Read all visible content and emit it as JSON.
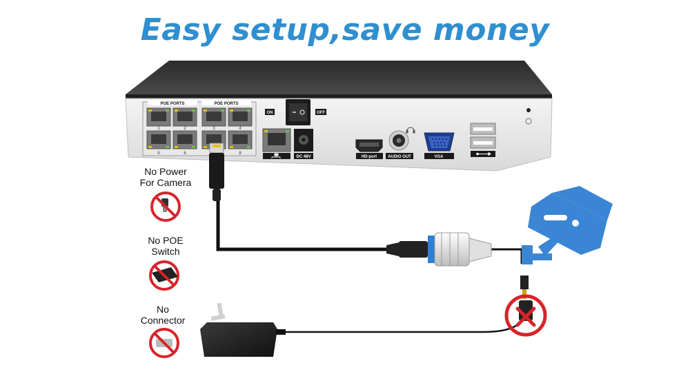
{
  "headline": "Easy setup,save money",
  "nvr": {
    "poe_group_label_1": "POE PORTS",
    "poe_group_label_2": "POE PORTS",
    "port_numbers_top": [
      "1",
      "2",
      "3",
      "4"
    ],
    "port_numbers_bottom": [
      "5",
      "6",
      "7",
      "8"
    ],
    "switch_on": "ON",
    "switch_off": "OFF",
    "dc_label": "DC 48V",
    "hdmi_label": "HD-port",
    "audio_label": "AUDIO OUT",
    "vga_label": "VGA"
  },
  "benefits": [
    {
      "line1": "No Power",
      "line2": "For Camera"
    },
    {
      "line1": "No POE",
      "line2": "Switch"
    },
    {
      "line1": "No",
      "line2": "Connector"
    }
  ],
  "colors": {
    "accent_blue": "#2f8fd0",
    "camera_blue": "#3b86d4",
    "prohibition_red": "#d6252a"
  },
  "icons": [
    "power-plug-icon",
    "poe-switch-icon",
    "connector-icon",
    "camera-icon",
    "no-power-icon"
  ]
}
